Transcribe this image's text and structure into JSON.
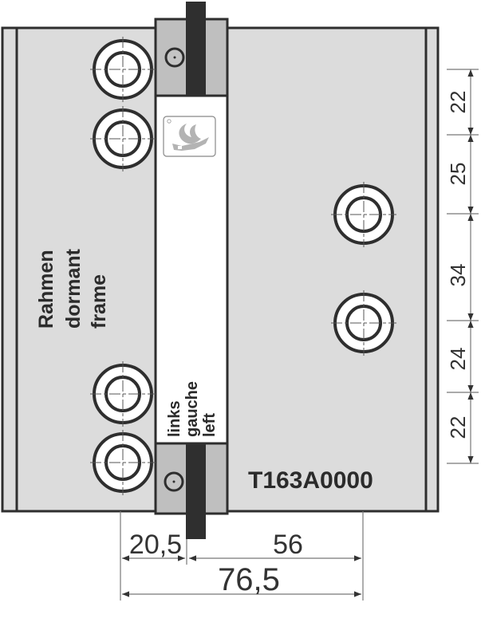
{
  "labels": {
    "frame_line1": "Rahmen",
    "frame_line2": "dormant",
    "frame_line3": "frame",
    "side_line1": "links",
    "side_line2": "gauche",
    "side_line3": "left",
    "part_number": "T163A0000"
  },
  "dimensions": {
    "vertical": [
      "22",
      "25",
      "34",
      "24",
      "22"
    ],
    "horizontal_left": "20,5",
    "horizontal_right": "56",
    "horizontal_total": "76,5"
  },
  "colors": {
    "plate": "#dcdcdc",
    "outline": "#2e2e2e",
    "knuckle": "#bfbfbf",
    "pin": "#2f2f2f",
    "label_panel": "#ffffff",
    "dim_line": "#777777"
  },
  "logo": {
    "name": "rooster-brand-logo"
  }
}
